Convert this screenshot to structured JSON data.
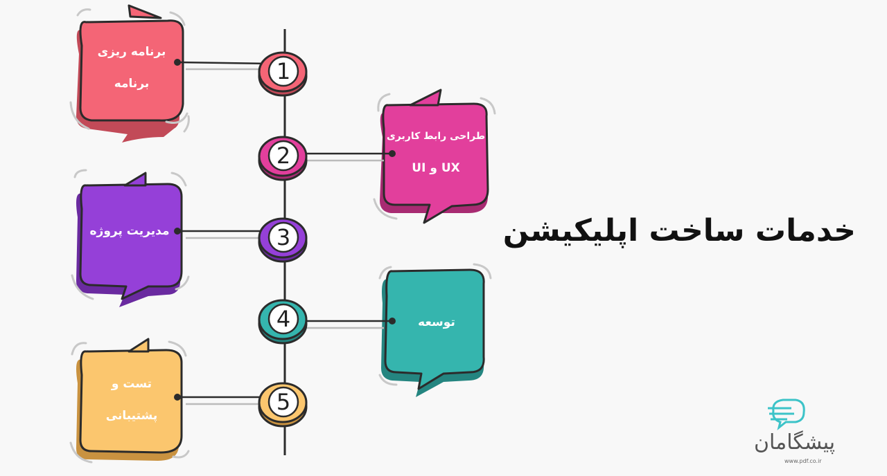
{
  "title": "خدمات ساخت اپلیکیشن",
  "steps": [
    {
      "number": "1",
      "line1": "برنامه ریزی",
      "line2": "برنامه",
      "color": "#f46576",
      "dark": "#c24a58"
    },
    {
      "number": "2",
      "line1": "طراحی رابط کاربری",
      "line2": "UX و UI",
      "color": "#e23f9c",
      "dark": "#a82b72"
    },
    {
      "number": "3",
      "line1": "مدیریت پروژه",
      "line2": "",
      "color": "#9540d8",
      "dark": "#6a2aa0"
    },
    {
      "number": "4",
      "line1": "توسعه",
      "line2": "",
      "color": "#35b5ae",
      "dark": "#248580"
    },
    {
      "number": "5",
      "line1": "تست و",
      "line2": "پشتیبانی",
      "color": "#fbc66e",
      "dark": "#c99240"
    }
  ],
  "logo": {
    "name": "پیشگامان",
    "url": "www.pdf.co.ir",
    "color": "#3cc3c8"
  }
}
